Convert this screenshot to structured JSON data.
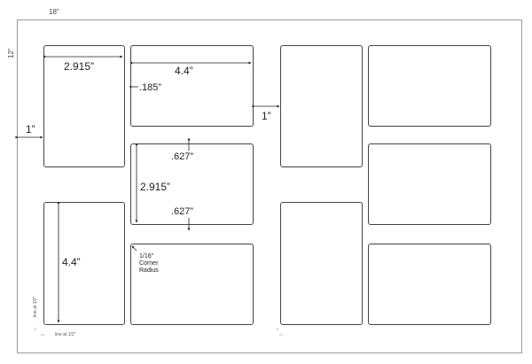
{
  "sheet": {
    "width_label": "18”",
    "height_label": "12”"
  },
  "dimensions": {
    "label_width": "2.915”",
    "label_height": "4.4”",
    "landscape_width": "4.4”",
    "landscape_height": "2.915”",
    "top_offset": ".185”",
    "left_margin": "1”",
    "center_gap": "1”",
    "row_gap_top": ".627”",
    "row_gap_bottom": ".627”",
    "corner_radius_line1": "1/16”",
    "corner_radius_line2": "Corner",
    "corner_radius_line3": "Radius"
  },
  "lines": {
    "left_vertical": "line at 1/2”",
    "bottom_horizontal": "line at 1/2”"
  }
}
